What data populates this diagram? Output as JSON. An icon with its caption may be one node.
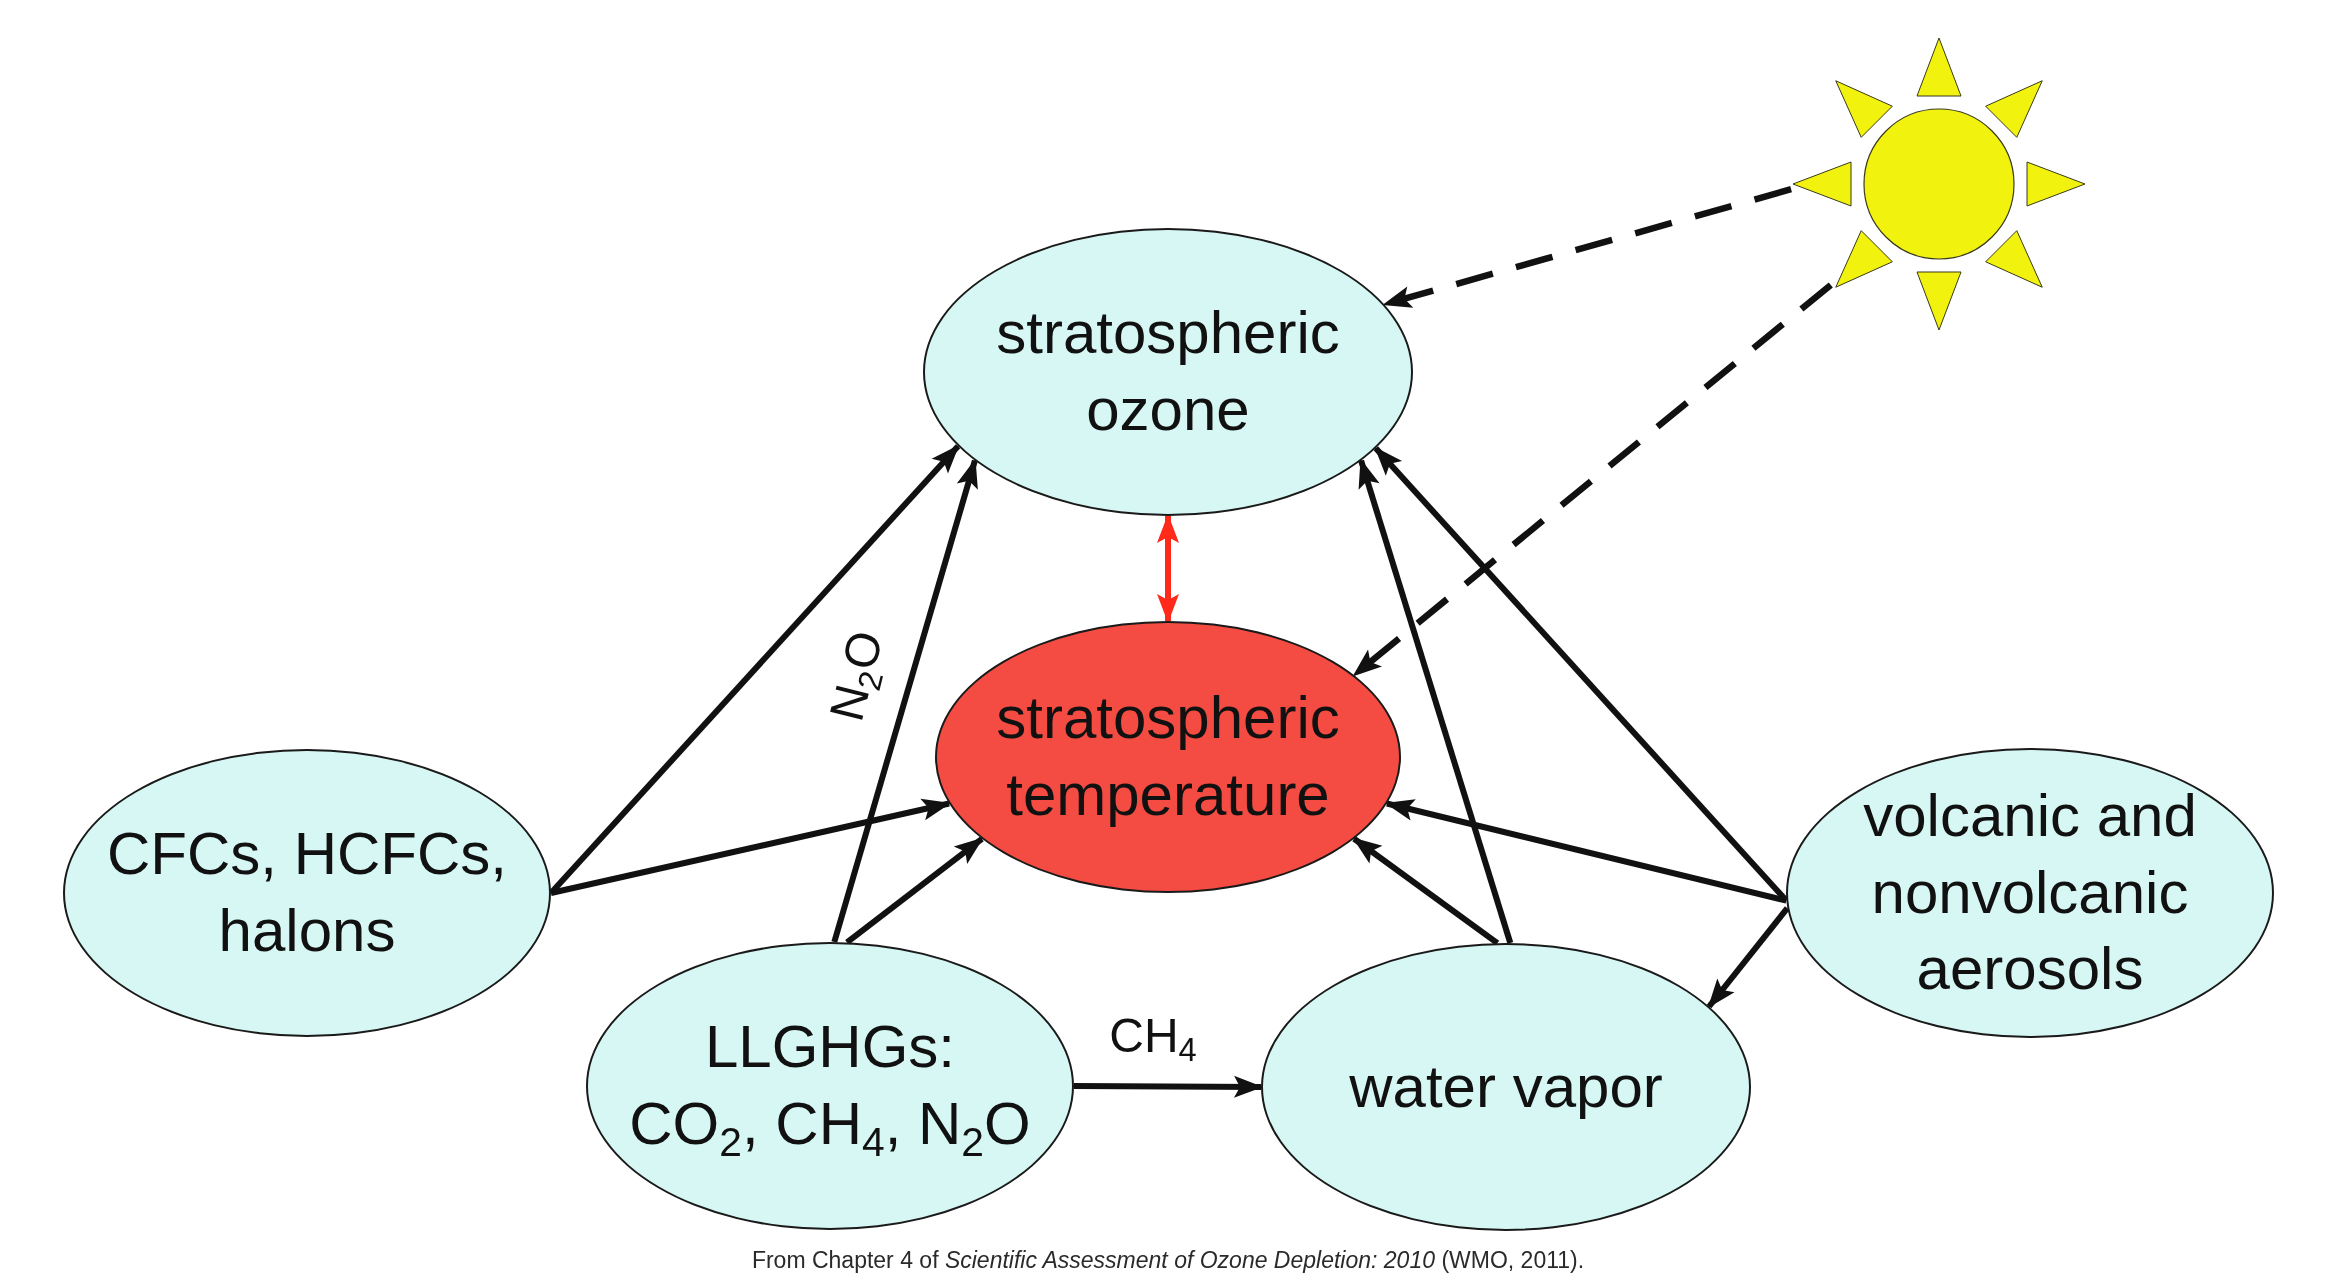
{
  "diagram": {
    "caption": "From Chapter 4 of *Scientific Assessment of Ozone Depletion: 2010* (WMO, 2011).",
    "nodes": [
      {
        "text": [
          "stratospheric ozone"
        ]
      },
      {
        "text": [],
        "shape": "sun"
      },
      {
        "text": [
          "stratospheric temperature"
        ]
      },
      {
        "text": [
          "CFCs, HCFCs, halons"
        ]
      },
      {
        "text": [
          "volcanic and nonvolcanic aerosols"
        ]
      },
      {
        "text": [
          "LLGHGs: CO$_{2}$, CH$_{4}$, N$_{2}$O"
        ]
      },
      {
        "text": [
          "water vapor"
        ]
      }
    ],
    "edges": [
      {
        "from": 1,
        "to": 0,
        "arrow": "to",
        "style": "dashed"
      },
      {
        "from": 1,
        "to": 2,
        "arrow": "to",
        "style": "dashed"
      },
      {
        "from": 0,
        "to": 2,
        "arrow": "both",
        "color": "#ff2a1a"
      },
      {
        "from": 3,
        "to": 0,
        "arrow": "to"
      },
      {
        "from": 3,
        "to": 2,
        "arrow": "to"
      },
      {
        "from": 5,
        "to": 0,
        "arrow": "to",
        "label": "N$_{2}$O"
      },
      {
        "from": 5,
        "to": 2,
        "arrow": "to"
      },
      {
        "from": 5,
        "to": 6,
        "arrow": "to",
        "label": "CH$_{4}$"
      },
      {
        "from": 6,
        "to": 0,
        "arrow": "to"
      },
      {
        "from": 6,
        "to": 2,
        "arrow": "to"
      },
      {
        "from": 4,
        "to": 0,
        "arrow": "to"
      },
      {
        "from": 4,
        "to": 2,
        "arrow": "to"
      },
      {
        "from": 4,
        "to": 6,
        "arrow": "to"
      }
    ]
  }
}
